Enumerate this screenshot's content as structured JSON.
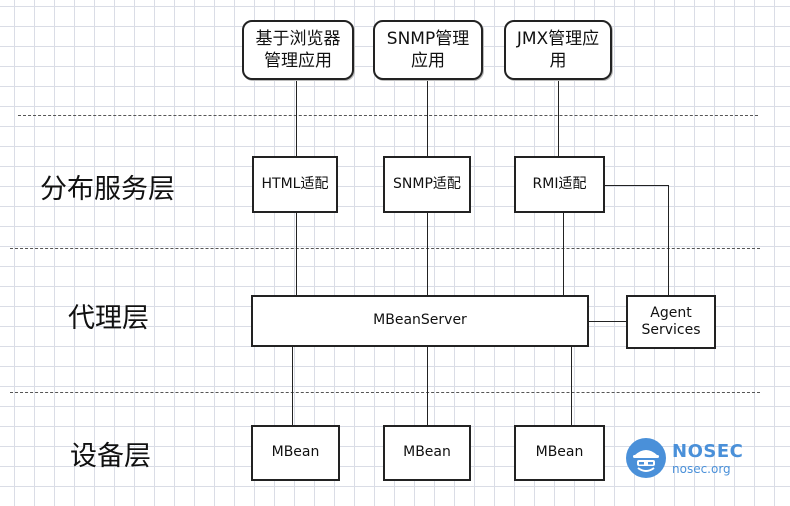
{
  "apps": [
    "基于浏览器\n管理应用",
    "SNMP管理\n应用",
    "JMX管理应\n用"
  ],
  "layers": {
    "distributed": "分布服务层",
    "agent": "代理层",
    "device": "设备层"
  },
  "adapters": [
    "HTML适配",
    "SNMP适配",
    "RMI适配"
  ],
  "mbean_server": "MBeanServer",
  "agent_services": "Agent\nServices",
  "mbeans": [
    "MBean",
    "MBean",
    "MBean"
  ],
  "logo": {
    "title": "NOSEC",
    "subtitle": "nosec.org",
    "color": "#4a90d9"
  }
}
